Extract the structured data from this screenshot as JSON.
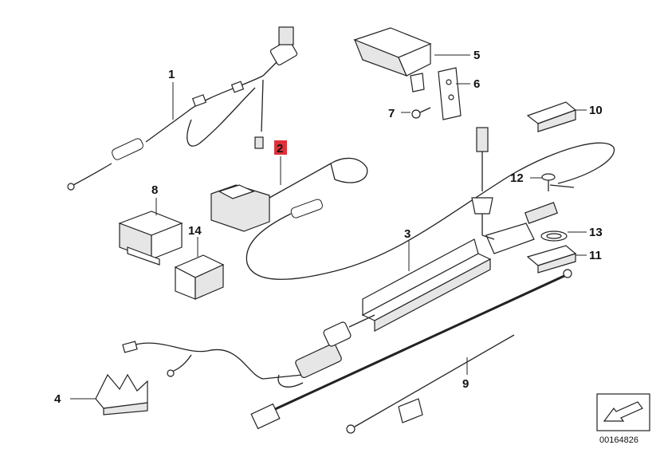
{
  "diagram": {
    "id_label": "00164826",
    "highlight_color": "#e0303a",
    "callouts": [
      {
        "key": "1",
        "label": "1"
      },
      {
        "key": "2",
        "label": "2",
        "highlighted": true
      },
      {
        "key": "3",
        "label": "3"
      },
      {
        "key": "4",
        "label": "4"
      },
      {
        "key": "5",
        "label": "5"
      },
      {
        "key": "6",
        "label": "6"
      },
      {
        "key": "7",
        "label": "7"
      },
      {
        "key": "8",
        "label": "8"
      },
      {
        "key": "9",
        "label": "9"
      },
      {
        "key": "10",
        "label": "10"
      },
      {
        "key": "11",
        "label": "11"
      },
      {
        "key": "12",
        "label": "12"
      },
      {
        "key": "13",
        "label": "13"
      },
      {
        "key": "14",
        "label": "14"
      }
    ]
  }
}
